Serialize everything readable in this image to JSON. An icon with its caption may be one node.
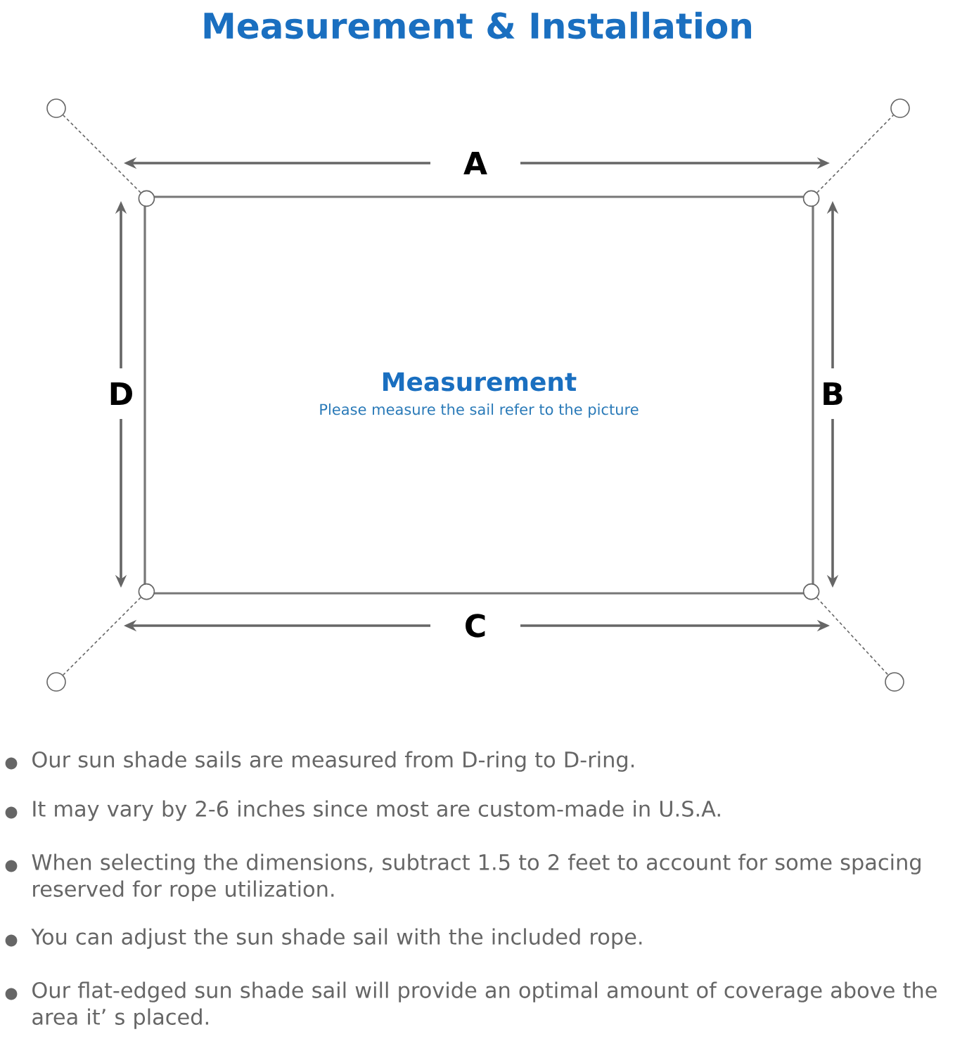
{
  "diagram": {
    "title": "Measurement & Installation",
    "nodes": [
      {
        "text": [
          "Measurement",
          "Please measure the sail refer to the picture"
        ]
      },
      {
        "text": [],
        "shape": "circle"
      },
      {
        "text": [],
        "shape": "circle"
      },
      {
        "text": [],
        "shape": "circle"
      },
      {
        "text": [],
        "shape": "circle"
      },
      {
        "text": [],
        "shape": "circle",
        "in": 0
      },
      {
        "text": [],
        "shape": "circle",
        "in": 0
      },
      {
        "text": [],
        "shape": "circle",
        "in": 0
      },
      {
        "text": [],
        "shape": "circle",
        "in": 0
      }
    ],
    "edges": [
      {
        "from": 5,
        "to": 1,
        "arrow": "none",
        "style": "dashed"
      },
      {
        "from": 6,
        "to": 2,
        "arrow": "none",
        "style": "dashed"
      },
      {
        "from": 7,
        "to": 3,
        "arrow": "none",
        "style": "dashed"
      },
      {
        "from": 8,
        "to": 4,
        "arrow": "none",
        "style": "dashed"
      }
    ],
    "labels": [
      "A",
      "D",
      "B",
      "C",
      "Our sun shade sails are measured from D-ring to D-ring.",
      "It may vary by 2-6 inches since most are custom-made in U.S.A.",
      "When selecting the dimensions, subtract 1.5 to 2 feet to account for some spacing reserved for rope utilization.",
      "You can adjust the sun shade sail with the included rope.",
      "Our flat-edged sun shade sail will provide an optimal amount of coverage above the area it’ s placed."
    ]
  }
}
